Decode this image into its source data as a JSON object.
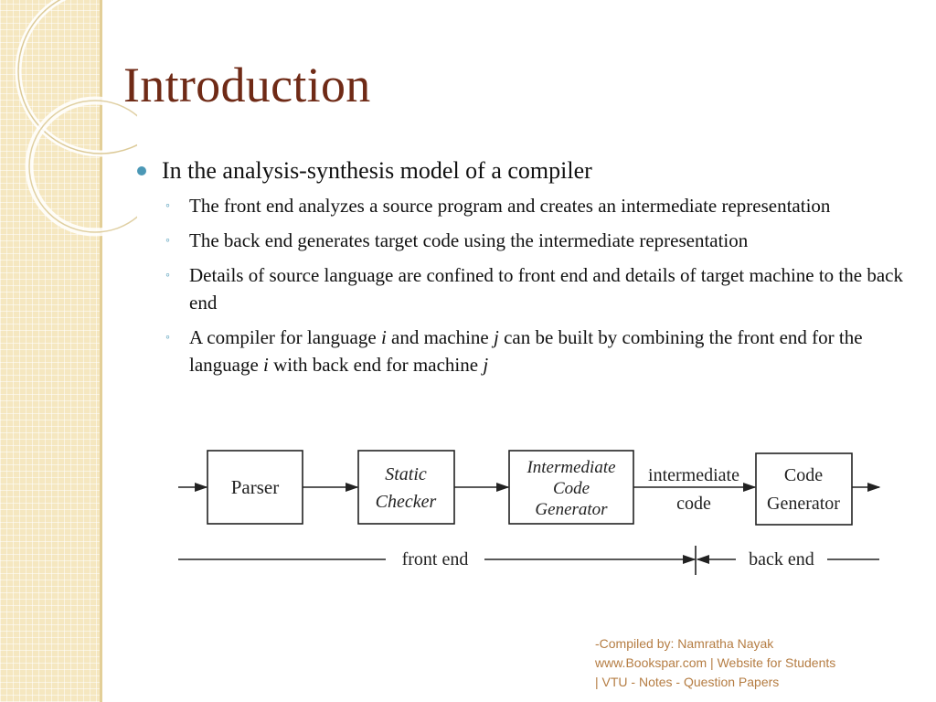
{
  "slide": {
    "title": "Introduction",
    "bullet": {
      "text": "In the analysis-synthesis model of a compiler",
      "subbullets": [
        {
          "parts": [
            "The front end analyzes a source program and creates an intermediate representation"
          ]
        },
        {
          "parts": [
            "The back end generates target code using the intermediate representation"
          ]
        },
        {
          "parts": [
            "Details of source language are confined to front end and details of target machine to the back end"
          ]
        },
        {
          "parts": [
            "A compiler for language ",
            "i",
            " and machine ",
            "j",
            " can be built by combining the front end for the language ",
            "i",
            " with back end for machine ",
            "j"
          ]
        }
      ]
    }
  },
  "diagram": {
    "boxes": {
      "parser": [
        "Parser"
      ],
      "static_checker": [
        "Static",
        "Checker"
      ],
      "intermediate_code_generator": [
        "Intermediate",
        "Code",
        "Generator"
      ],
      "code_generator": [
        "Code",
        "Generator"
      ]
    },
    "edge_label": [
      "intermediate",
      "code"
    ],
    "front_end_label": "front end",
    "back_end_label": "back end"
  },
  "footer": {
    "lines": [
      "-Compiled by: Namratha Nayak",
      "www.Bookspar.com | Website for Students",
      "| VTU - Notes - Question Papers"
    ]
  },
  "colors": {
    "title": "#6f2a16",
    "bullet": "#4b98b6",
    "footer": "#b57d43",
    "side_band": "#f5e7c0"
  }
}
